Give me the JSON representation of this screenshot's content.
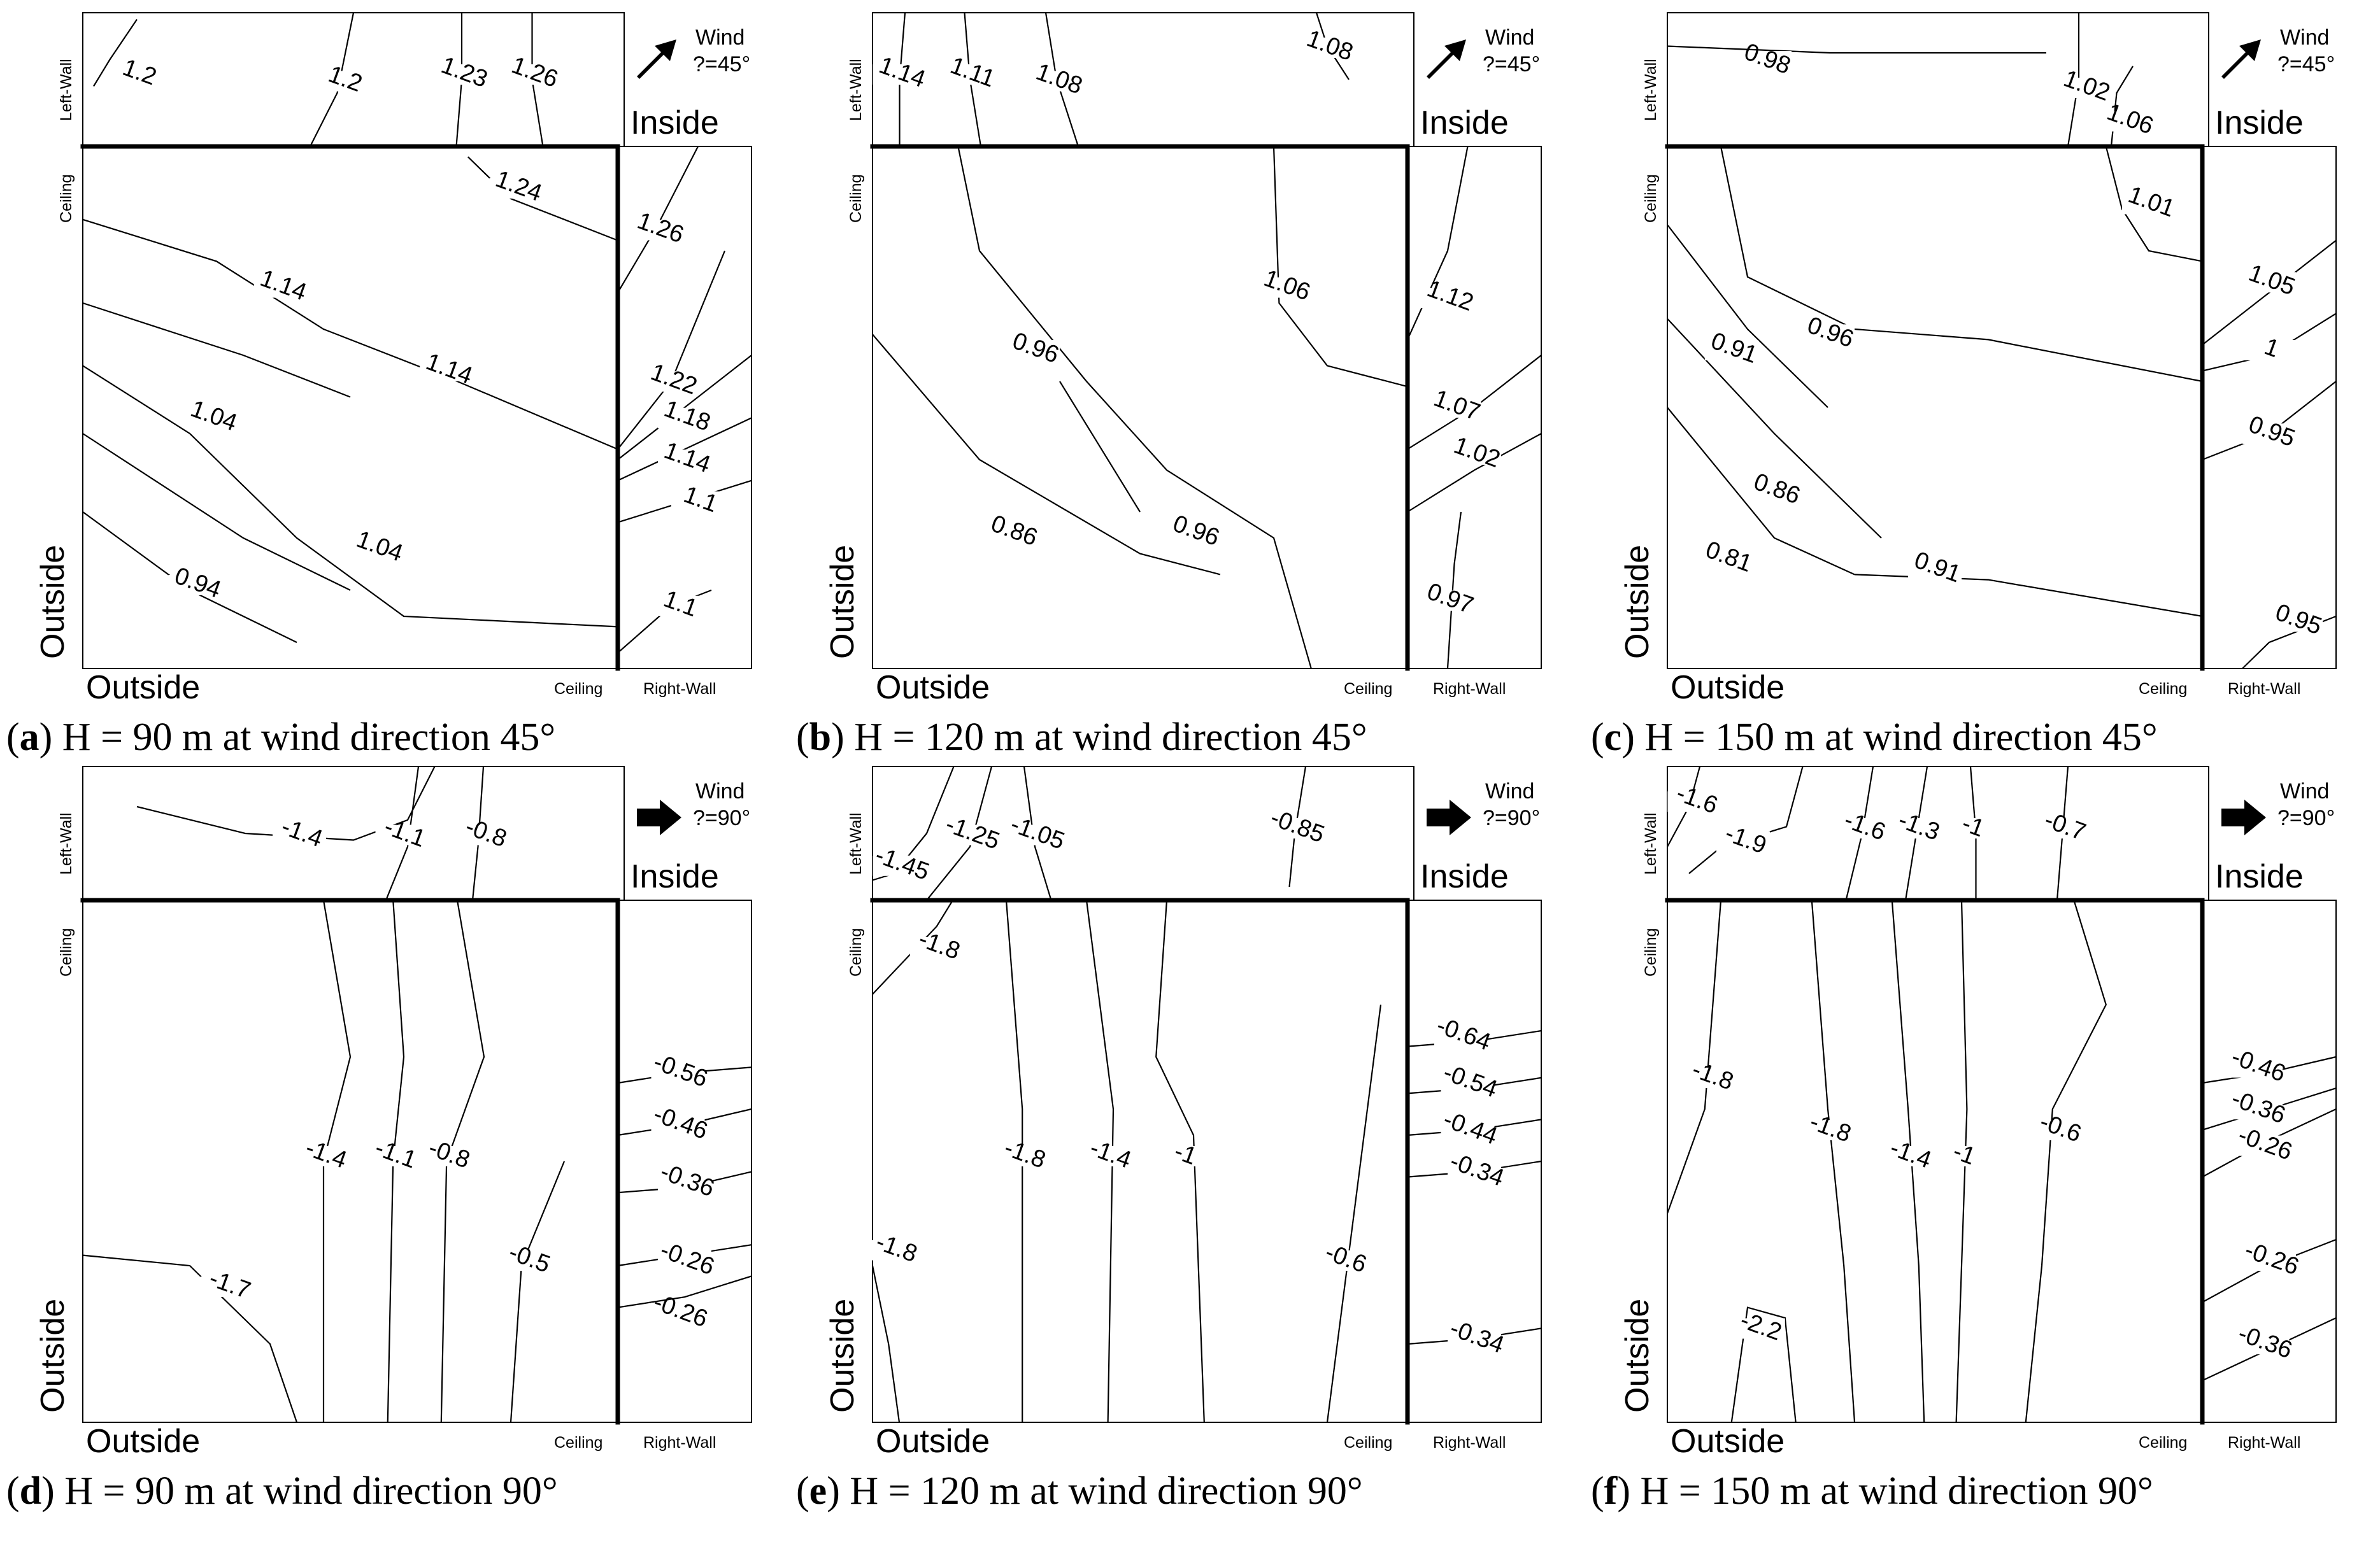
{
  "chart_data": [
    {
      "type": "contour",
      "id": "a",
      "caption_letter": "a",
      "caption_text": "H = 90 m at wind direction 45°",
      "wind_label": "Wind",
      "angle_text": "?=45°",
      "wind_direction_deg": 45,
      "labels": {
        "inside": "Inside",
        "outside_left": "Outside",
        "outside_bottom": "Outside",
        "left_wall": "Left-Wall",
        "ceiling_left": "Ceiling",
        "ceiling_bottom": "Ceiling",
        "right_wall": "Right-Wall"
      },
      "contour_levels": {
        "left_wall": [
          "1.2",
          "1.2",
          "1.23",
          "1.26"
        ],
        "ceiling": [
          "1.24",
          "1.14",
          "1.14",
          "1.04",
          "1.04",
          "0.94"
        ],
        "right_wall": [
          "1.26",
          "1.22",
          "1.18",
          "1.14",
          "1.1",
          "1.1"
        ]
      }
    },
    {
      "type": "contour",
      "id": "b",
      "caption_letter": "b",
      "caption_text": "H = 120 m at wind direction 45°",
      "wind_label": "Wind",
      "angle_text": "?=45°",
      "wind_direction_deg": 45,
      "labels": {
        "inside": "Inside",
        "outside_left": "Outside",
        "outside_bottom": "Outside",
        "left_wall": "Left-Wall",
        "ceiling_left": "Ceiling",
        "ceiling_bottom": "Ceiling",
        "right_wall": "Right-Wall"
      },
      "contour_levels": {
        "left_wall": [
          "1.14",
          "1.11",
          "1.08",
          "1.08"
        ],
        "ceiling": [
          "1.06",
          "0.96",
          "0.96",
          "0.86"
        ],
        "right_wall": [
          "1.12",
          "1.07",
          "1.02",
          "0.97"
        ]
      }
    },
    {
      "type": "contour",
      "id": "c",
      "caption_letter": "c",
      "caption_text": "H = 150 m at wind direction 45°",
      "wind_label": "Wind",
      "angle_text": "?=45°",
      "wind_direction_deg": 45,
      "labels": {
        "inside": "Inside",
        "outside_left": "Outside",
        "outside_bottom": "Outside",
        "left_wall": "Left-Wall",
        "ceiling_left": "Ceiling",
        "ceiling_bottom": "Ceiling",
        "right_wall": "Right-Wall"
      },
      "contour_levels": {
        "left_wall": [
          "0.98",
          "1.02",
          "1.06"
        ],
        "ceiling": [
          "1.01",
          "0.96",
          "0.91",
          "0.86",
          "0.81",
          "0.91"
        ],
        "right_wall": [
          "1.05",
          "1",
          "0.95",
          "0.95"
        ]
      }
    },
    {
      "type": "contour",
      "id": "d",
      "caption_letter": "d",
      "caption_text": "H = 90 m at wind direction 90°",
      "wind_label": "Wind",
      "angle_text": "?=90°",
      "wind_direction_deg": 90,
      "labels": {
        "inside": "Inside",
        "outside_left": "Outside",
        "outside_bottom": "Outside",
        "left_wall": "Left-Wall",
        "ceiling_left": "Ceiling",
        "ceiling_bottom": "Ceiling",
        "right_wall": "Right-Wall"
      },
      "contour_levels": {
        "left_wall": [
          "-1.4",
          "-1.1",
          "-0.8"
        ],
        "ceiling": [
          "-1.4",
          "-1.1",
          "-0.8",
          "-0.5",
          "-1.7"
        ],
        "right_wall": [
          "-0.56",
          "-0.46",
          "-0.36",
          "-0.26",
          "-0.26"
        ]
      }
    },
    {
      "type": "contour",
      "id": "e",
      "caption_letter": "e",
      "caption_text": "H = 120 m at wind direction 90°",
      "wind_label": "Wind",
      "angle_text": "?=90°",
      "wind_direction_deg": 90,
      "labels": {
        "inside": "Inside",
        "outside_left": "Outside",
        "outside_bottom": "Outside",
        "left_wall": "Left-Wall",
        "ceiling_left": "Ceiling",
        "ceiling_bottom": "Ceiling",
        "right_wall": "Right-Wall"
      },
      "contour_levels": {
        "left_wall": [
          "-1.45",
          "-1.25",
          "-1.05",
          "-0.85"
        ],
        "ceiling": [
          "-1.8",
          "-1.8",
          "-1.4",
          "-1",
          "-0.6",
          "-1.8"
        ],
        "right_wall": [
          "-0.64",
          "-0.54",
          "-0.44",
          "-0.34",
          "-0.34"
        ]
      }
    },
    {
      "type": "contour",
      "id": "f",
      "caption_letter": "f",
      "caption_text": "H = 150 m at wind direction 90°",
      "wind_label": "Wind",
      "angle_text": "?=90°",
      "wind_direction_deg": 90,
      "labels": {
        "inside": "Inside",
        "outside_left": "Outside",
        "outside_bottom": "Outside",
        "left_wall": "Left-Wall",
        "ceiling_left": "Ceiling",
        "ceiling_bottom": "Ceiling",
        "right_wall": "Right-Wall"
      },
      "contour_levels": {
        "left_wall": [
          "-1.6",
          "-1.9",
          "-1.6",
          "-1.3",
          "-1",
          "-0.7"
        ],
        "ceiling": [
          "-1.8",
          "-1.8",
          "-1.4",
          "-1",
          "-0.6",
          "-2.2"
        ],
        "right_wall": [
          "-0.46",
          "-0.36",
          "-0.26",
          "-0.26",
          "-0.36"
        ]
      }
    }
  ]
}
